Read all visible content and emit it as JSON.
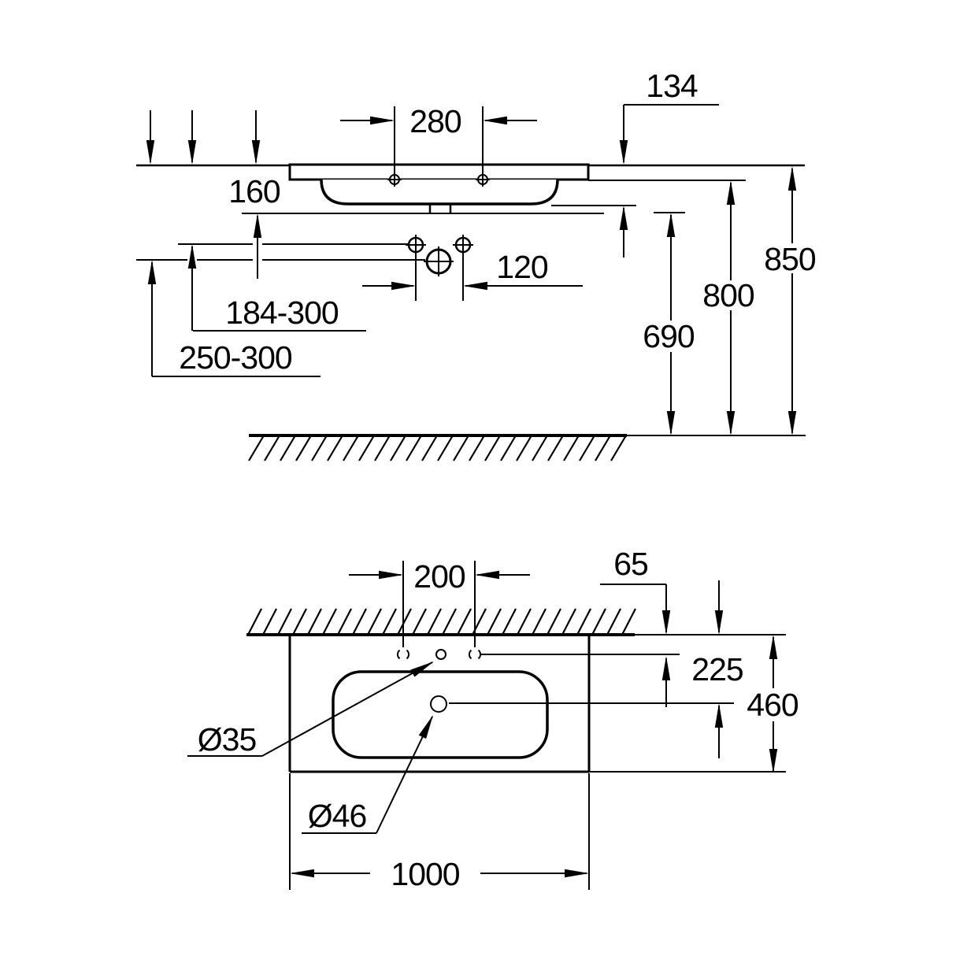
{
  "colors": {
    "line": "#000000",
    "background": "#ffffff"
  },
  "front_view": {
    "faucet_hole_spacing": "280",
    "rim_to_bowl_underside": "134",
    "rim_to_lowest_point": "160",
    "supply_connection_spacing": "120",
    "supply_connection_height_range": "184-300",
    "trap_height_range": "250-300",
    "bowl_underside_height": "690",
    "rim_underside_height": "800",
    "rim_height": "850"
  },
  "plan_view": {
    "supply_spacing": "200",
    "wall_to_supply": "65",
    "wall_to_drain": "225",
    "basin_depth": "460",
    "faucet_hole_diameter": "Ø35",
    "drain_hole_diameter": "Ø46",
    "basin_width": "1000"
  }
}
